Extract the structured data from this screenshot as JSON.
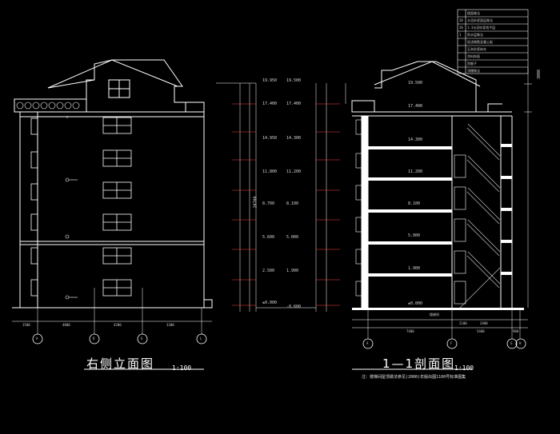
{
  "left_drawing": {
    "title": "右侧立面图",
    "scale": "1:100",
    "axes": [
      "A",
      "D",
      "G",
      "L"
    ],
    "bottom_dims": [
      "1500",
      "4800",
      "4200",
      "3300"
    ]
  },
  "right_drawing": {
    "title": "1—1剖面图",
    "scale": "1:100",
    "axes": [
      "A",
      "F",
      "G",
      "H"
    ],
    "bottom_dims": [
      "7400",
      "2100",
      "2400",
      "5400",
      "900"
    ],
    "stair_label": "楼梯间",
    "note": "注：楼梯间屋顶做法参见(2000)年版出图1100号标准图集"
  },
  "middle_dims": {
    "elevations_left": [
      "19.950",
      "17.400",
      "14.950",
      "11.800",
      "8.700",
      "5.600",
      "2.500",
      "±0.000"
    ],
    "elevations_right": [
      "19.500",
      "17.400",
      "14.300",
      "11.200",
      "8.100",
      "5.000",
      "1.900",
      "-0.600"
    ],
    "total_height": "20700"
  },
  "section_elevations": [
    "19.500",
    "17.400",
    "14.300",
    "11.200",
    "8.100",
    "5.000",
    "1.900",
    "±0.000"
  ],
  "right_height_dim": "3000",
  "legend_rows": [
    {
      "num": "",
      "text": "楼面做法"
    },
    {
      "num": "20",
      "text": "水泥砂浆面层做法"
    },
    {
      "num": "20",
      "text": "1:3水泥砂浆找平层"
    },
    {
      "num": "1",
      "text": "防水层做法"
    },
    {
      "num": "",
      "text": "现浇钢筋混凝土板"
    },
    {
      "num": "",
      "text": "石灰砂浆抹灰"
    },
    {
      "num": "",
      "text": "涂料饰面"
    },
    {
      "num": "",
      "text": "刮腻子"
    },
    {
      "num": "",
      "text": "顶棚做法"
    }
  ],
  "colors": {
    "background": "#000000",
    "lines": "#ffffff",
    "dimension": "#ff4040",
    "hatch": "#cccccc",
    "accent": "#00c8ff"
  }
}
